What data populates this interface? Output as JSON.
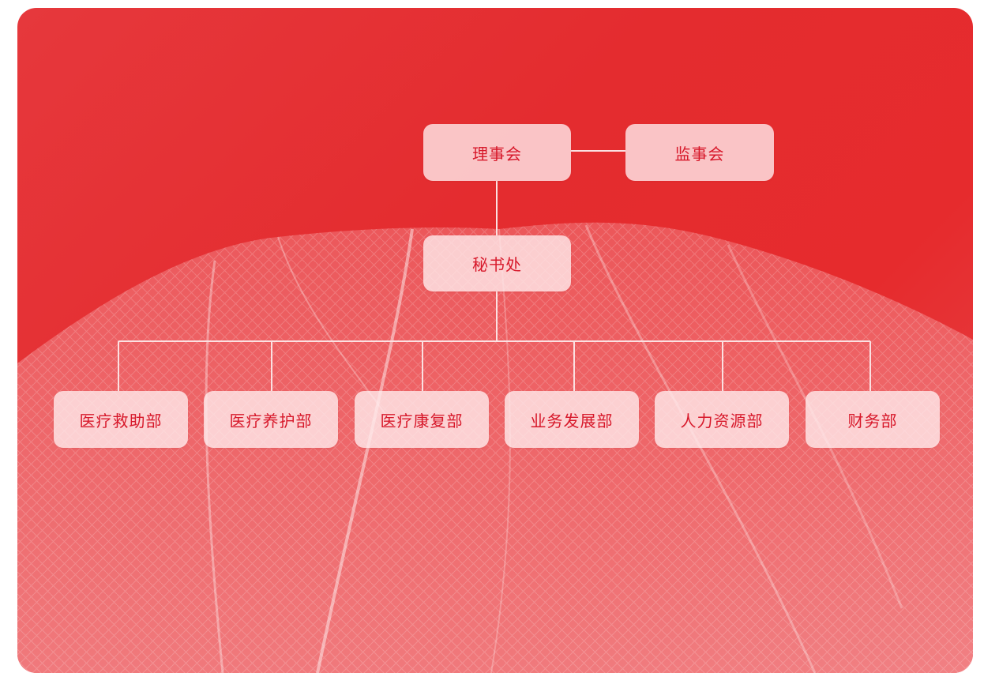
{
  "chart_data": {
    "type": "org-chart",
    "nodes": {
      "board": "理事会",
      "supervisors": "监事会",
      "secretariat": "秘书处",
      "departments": [
        "医疗救助部",
        "医疗养护部",
        "医疗康复部",
        "业务发展部",
        "人力资源部",
        "财务部"
      ]
    },
    "edges": [
      [
        "理事会",
        "监事会"
      ],
      [
        "理事会",
        "秘书处"
      ],
      [
        "秘书处",
        "医疗救助部"
      ],
      [
        "秘书处",
        "医疗养护部"
      ],
      [
        "秘书处",
        "医疗康复部"
      ],
      [
        "秘书处",
        "业务发展部"
      ],
      [
        "秘书处",
        "人力资源部"
      ],
      [
        "秘书处",
        "财务部"
      ]
    ]
  },
  "colors": {
    "background": "#e42c2f",
    "node_fill": "#fdebec",
    "node_text": "#d7182a",
    "connector": "#fbe1e2"
  }
}
